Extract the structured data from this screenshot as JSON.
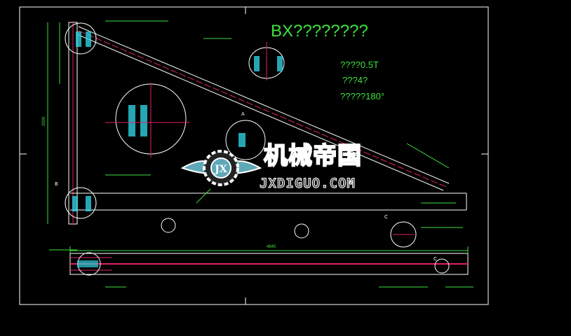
{
  "drawing": {
    "title": "BX????????",
    "notes": [
      "????0.5T",
      "???4?",
      "?????180°"
    ],
    "dimensions": {
      "beam_length": "4840",
      "post_height": "2000"
    },
    "section_labels": [
      "A",
      "B",
      "C"
    ]
  },
  "watermark": {
    "name_cn": "机械帝国",
    "domain": "JXDIGUO.COM",
    "emblem": "JX"
  },
  "colors": {
    "background": "#000000",
    "outline": "#ffffff",
    "dimension": "#3ee03e",
    "centerline": "#e0206a",
    "hatch": "#30d0e0"
  }
}
